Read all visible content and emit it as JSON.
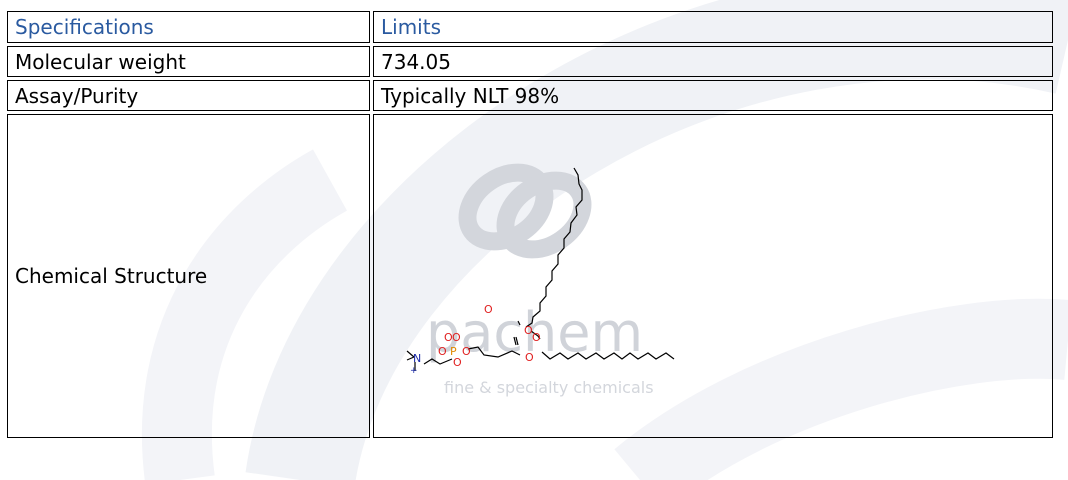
{
  "table": {
    "header": {
      "specifications": "Specifications",
      "limits": "Limits"
    },
    "rows": [
      {
        "label": "Molecular weight",
        "value": "734.05"
      },
      {
        "label": "Assay/Purity",
        "value": "Typically NLT 98%"
      },
      {
        "label": "Chemical Structure"
      }
    ]
  },
  "watermark": {
    "brand": "pachem",
    "tagline": "fine & specialty chemicals"
  },
  "structure_atoms": {
    "oxygen": "O",
    "phosphorus": "P",
    "nitrogen": "N",
    "charge": "+"
  },
  "colors": {
    "header_text": "#2a5aa0",
    "oxygen": "#e02020",
    "phosphorus": "#e08a00",
    "nitrogen": "#1a2aa8"
  }
}
